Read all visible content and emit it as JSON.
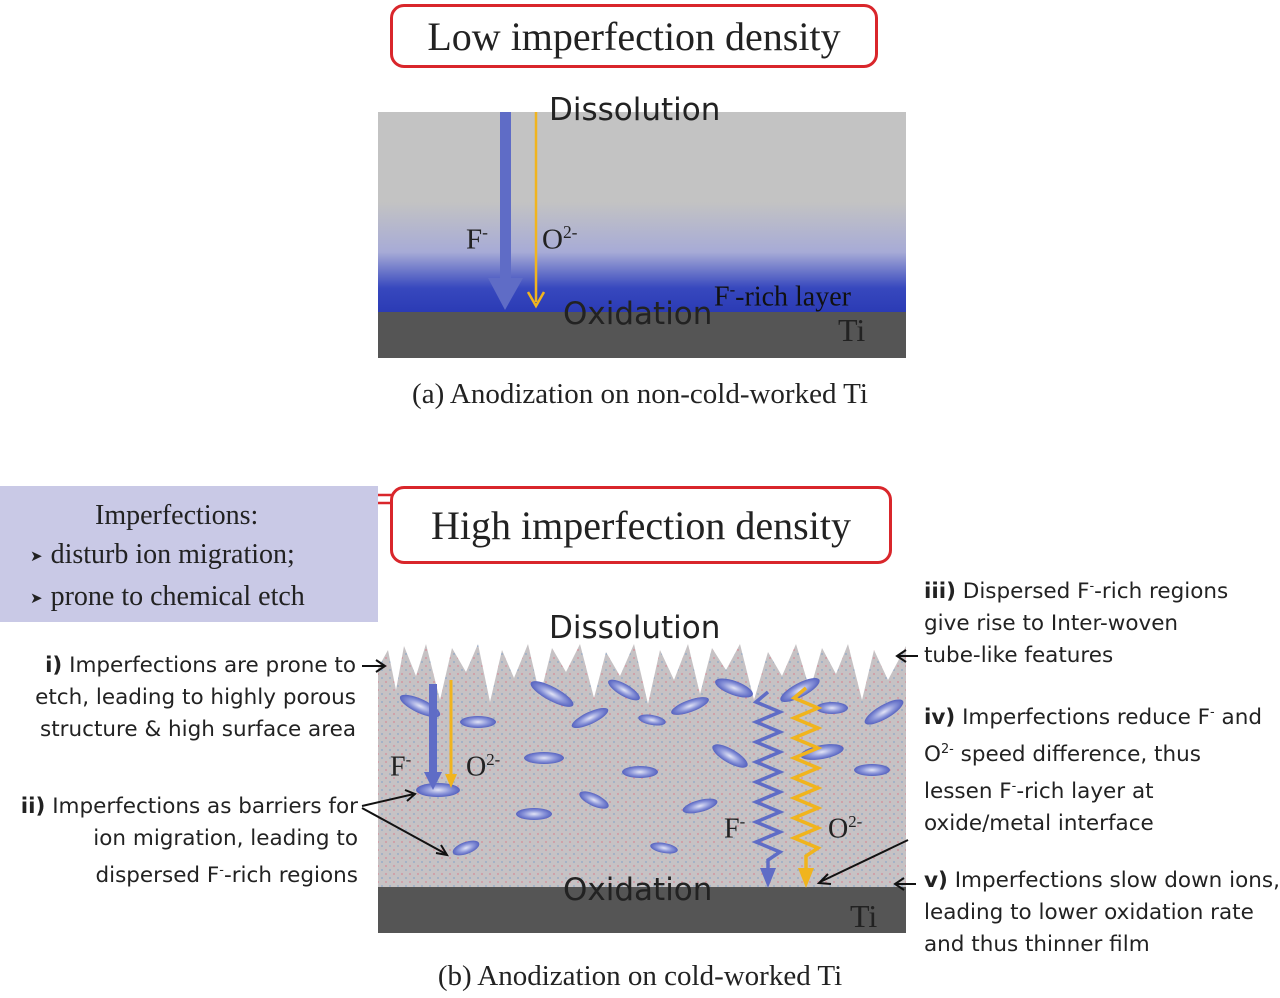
{
  "panel_a": {
    "title": "Low imperfection density",
    "dissolution": "Dissolution",
    "oxidation": "Oxidation",
    "f_ion": "F",
    "f_sup": "-",
    "o_ion": "O",
    "o_sup": "2-",
    "f_rich_prefix": "F",
    "f_rich_sup": "-",
    "f_rich_suffix": "-rich layer",
    "metal": "Ti",
    "caption": "(a) Anodization on non-cold-worked Ti"
  },
  "panel_b": {
    "title": "High imperfection density",
    "dissolution": "Dissolution",
    "oxidation": "Oxidation",
    "f_ion": "F",
    "f_sup": "-",
    "o_ion": "O",
    "o_sup": "2-",
    "metal": "Ti",
    "caption": "(b) Anodization on cold-worked Ti"
  },
  "imperfections_box": {
    "heading": "Imperfections:",
    "bullets": [
      "disturb ion migration;",
      "prone to chemical etch"
    ]
  },
  "annotations": {
    "i": {
      "num": "i)",
      "lines": [
        "Imperfections are prone to",
        "etch, leading to highly porous",
        "structure & high surface area"
      ]
    },
    "ii": {
      "num": "ii)",
      "line1": "Imperfections as barriers for",
      "line2": "ion migration, leading to",
      "line3_prefix": "dispersed F",
      "line3_sup": "-",
      "line3_suffix": "-rich regions"
    },
    "iii": {
      "num": "iii)",
      "line1_prefix": "Dispersed F",
      "line1_sup": "-",
      "line1_suffix": "-rich regions",
      "line2": "give rise to Inter-woven",
      "line3": "tube-like features"
    },
    "iv": {
      "num": "iv)",
      "line1": "Imperfections reduce F",
      "line1_sup": "-",
      "line1_suffix": " and",
      "line2_prefix": "O",
      "line2_sup": "2-",
      "line2_suffix": " speed difference, thus",
      "line3_prefix": "lessen  F",
      "line3_sup": "-",
      "line3_suffix": "-rich layer at",
      "line4": "oxide/metal interface"
    },
    "v": {
      "num": "v)",
      "lines": [
        "Imperfections slow down ions,",
        "leading to lower oxidation rate",
        "and thus thinner film"
      ]
    }
  },
  "colors": {
    "title_border": "#d9262b",
    "oxide": "#c3c3c3",
    "metal": "#555555",
    "f_rich": "#2f3fb8",
    "f_arrow": "#5f6cc6",
    "o_arrow": "#f0b41e",
    "side_box": "#c9c9e6"
  }
}
